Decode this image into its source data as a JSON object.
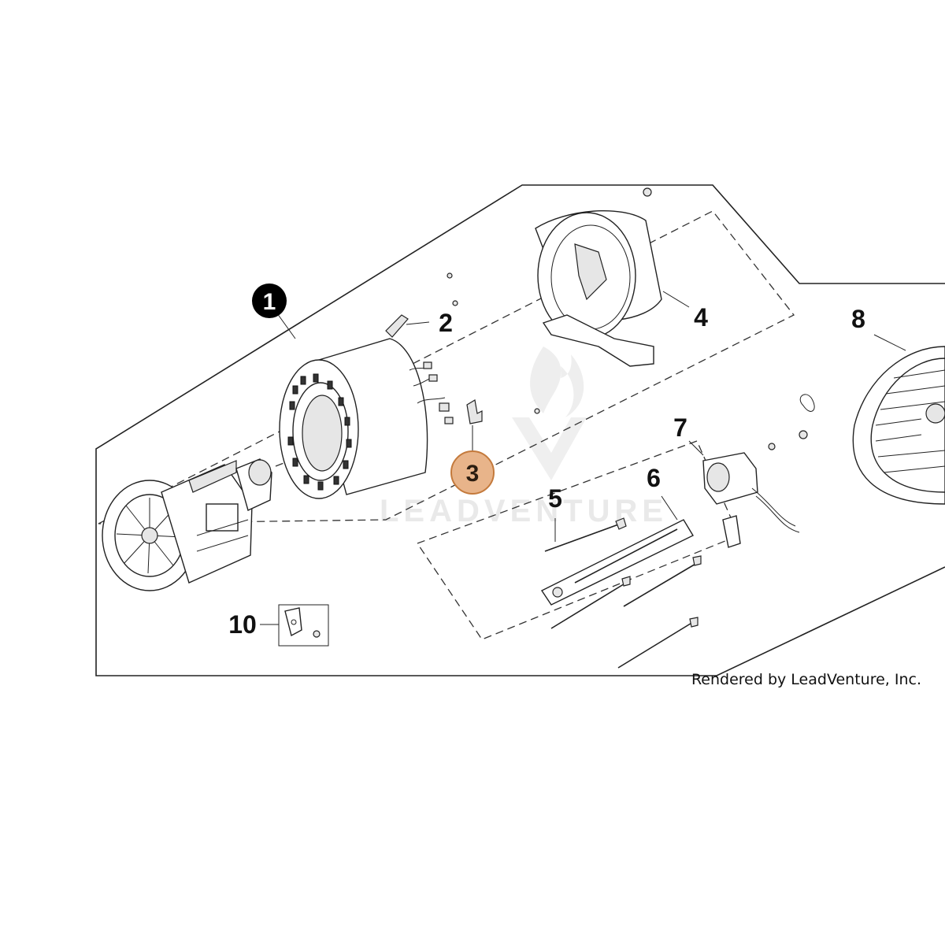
{
  "credit": "Rendered by LeadVenture, Inc.",
  "watermark": "LEADVENTURE",
  "selected_callout": "3",
  "colors": {
    "selected_fill": "#e8b48a",
    "selected_stroke": "#c47a3c",
    "badge_fill": "#000000",
    "line": "#222222"
  },
  "callouts": [
    {
      "id": "1",
      "style": "badge"
    },
    {
      "id": "2",
      "style": "plain"
    },
    {
      "id": "3",
      "style": "selected"
    },
    {
      "id": "4",
      "style": "plain"
    },
    {
      "id": "5",
      "style": "plain"
    },
    {
      "id": "6",
      "style": "plain"
    },
    {
      "id": "7",
      "style": "plain"
    },
    {
      "id": "8",
      "style": "plain"
    },
    {
      "id": "10",
      "style": "plain"
    }
  ]
}
